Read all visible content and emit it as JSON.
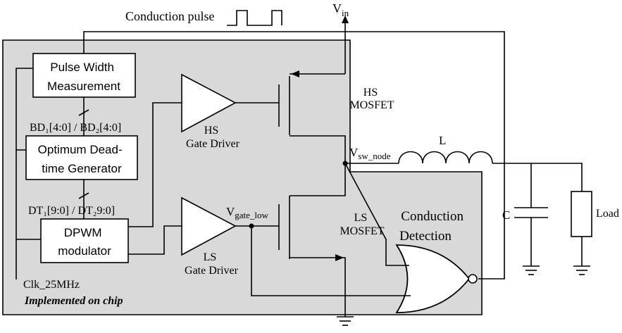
{
  "labels": {
    "conduction_pulse": "Conduction pulse",
    "vin_main": "V",
    "vin_sub": "in",
    "pulse_width_line1": "Pulse Width",
    "pulse_width_line2": "Measurement",
    "bd_bus": "BD₁[4:0] / BD₂[4:0]",
    "optimum_line1": "Optimum Dead-",
    "optimum_line2": "time Generator",
    "dt_bus": "DT₁[9:0] / DT₂9:0]",
    "dpwm_line1": "DPWM",
    "dpwm_line2": "modulator",
    "hs_driver_line1": "HS",
    "hs_driver_line2": "Gate Driver",
    "ls_driver_line1": "LS",
    "ls_driver_line2": "Gate Driver",
    "hs_mosfet_line1": "HS",
    "hs_mosfet_line2": "MOSFET",
    "ls_mosfet_line1": "LS",
    "ls_mosfet_line2": "MOSFET",
    "vsw_main": "V",
    "vsw_sub": "sw_node",
    "vgate_main": "V",
    "vgate_sub": "gate_low",
    "inductor": "L",
    "capacitor": "C",
    "load": "Load",
    "conduction_line1": "Conduction",
    "conduction_line2": "Detection",
    "clk": "Clk_25MHz",
    "chip_note": "Implemented on chip"
  },
  "colors": {
    "chip_region": "#d9d9d9",
    "line": "#000000",
    "block_fill": "#ffffff"
  }
}
